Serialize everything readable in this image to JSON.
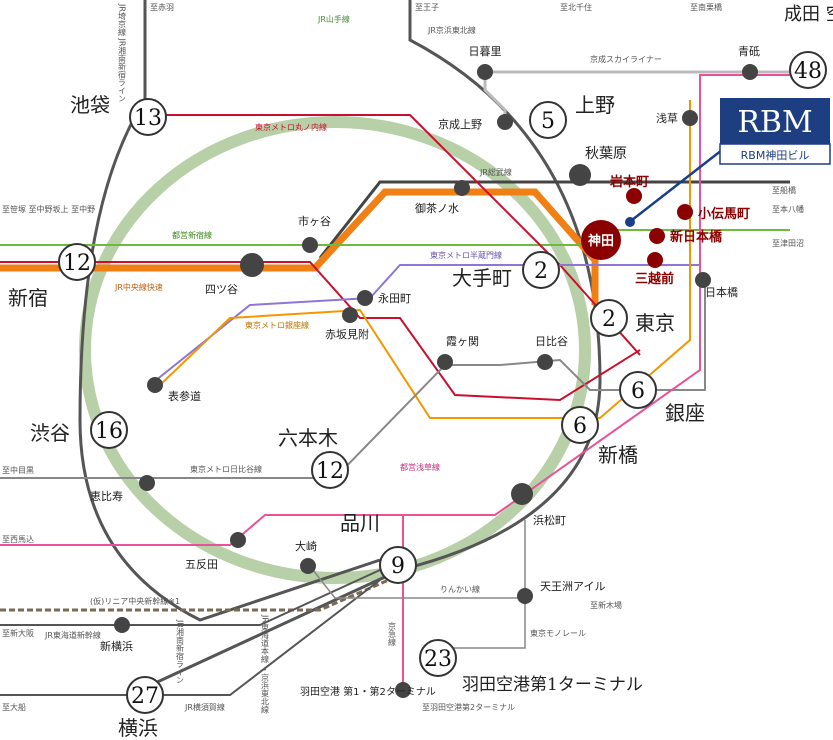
{
  "lines": {
    "yamanote": {
      "label": "JR山手線",
      "color": "#b7d0a8"
    },
    "marunouchi": {
      "label": "東京メトロ丸ノ内線",
      "color": "#c8102e"
    },
    "keihin_tohoku": {
      "label": "JR京浜東北線"
    },
    "saikyo": {
      "label": "JR埼京線 JR湘南新宿ライン"
    },
    "keisei_skyliner": {
      "label": "京成スカイライナー"
    },
    "sobu": {
      "label": "JR総武線"
    },
    "toei_shinjuku": {
      "label": "都営新宿線",
      "color": "#6cbb3c"
    },
    "chuo_rapid": {
      "label": "JR中央線快速",
      "color": "#f07f14"
    },
    "hanzomon": {
      "label": "東京メトロ半蔵門線",
      "color": "#8f76d6"
    },
    "ginza": {
      "label": "東京メトロ銀座線",
      "color": "#f39700"
    },
    "hibiya": {
      "label": "東京メトロ日比谷線"
    },
    "asakusa": {
      "label": "都営浅草線",
      "color": "#e85298"
    },
    "linear": {
      "label": "(仮)リニア中央新幹線※1"
    },
    "tokaido_shinkansen": {
      "label": "JR東海道新幹線"
    },
    "shonan_shinjuku": {
      "label": "JR湘南新宿ライン"
    },
    "tokaido_yokosuka": {
      "label": "JR東海道本線 ・京浜東北線"
    },
    "yokosuka": {
      "label": "JR横須賀線"
    },
    "rinkai": {
      "label": "りんかい線"
    },
    "monorail": {
      "label": "東京モノレール"
    },
    "keikyu": {
      "label": "京急線"
    }
  },
  "hubs": {
    "ikebukuro": {
      "name": "池袋",
      "minutes": "13"
    },
    "shinjuku": {
      "name": "新宿",
      "minutes": "12"
    },
    "shibuya": {
      "name": "渋谷",
      "minutes": "16"
    },
    "roppongi": {
      "name": "六本木",
      "minutes": "12"
    },
    "shinagawa": {
      "name": "品川",
      "minutes": "9"
    },
    "yokohama": {
      "name": "横浜",
      "minutes": "27"
    },
    "haneda1": {
      "name": "羽田空港第1ターミナル",
      "minutes": "23"
    },
    "ueno": {
      "name": "上野",
      "minutes": "5"
    },
    "narita": {
      "name": "成田 空港",
      "minutes": "48"
    },
    "otemachi": {
      "name": "大手町",
      "minutes": "2"
    },
    "tokyo": {
      "name": "東京",
      "minutes": "2"
    },
    "ginza": {
      "name": "銀座",
      "minutes": "6"
    },
    "shinbashi": {
      "name": "新橋",
      "minutes": "6"
    }
  },
  "stations": {
    "nippori": "日暮里",
    "keisei_ueno": "京成上野",
    "akihabara": "秋葉原",
    "asakusa": "浅草",
    "aoto": "青砥",
    "ochanomizu": "御茶ノ水",
    "ichigaya": "市ヶ谷",
    "yotsuya": "四ツ谷",
    "nagatacho": "永田町",
    "akasaka_mitsuke": "赤坂見附",
    "kasumigaseki": "霞ヶ関",
    "hibiya": "日比谷",
    "omotesando": "表参道",
    "ebisu": "恵比寿",
    "gotanda": "五反田",
    "osaki": "大崎",
    "hamamatsucho": "浜松町",
    "tennozu": "天王洲アイル",
    "shin_yokohama": "新横浜",
    "haneda23": "羽田空港 第1・第2ターミナル",
    "nihonbashi": "日本橋"
  },
  "nearby": {
    "iwamotocho": "岩本町",
    "kodenmacho": "小伝馬町",
    "shin_nihonbashi": "新日本橋",
    "mitsukoshimae": "三越前",
    "kanda": "神田"
  },
  "building": {
    "logo": "RBM",
    "name": "RBM神田ビル"
  },
  "directions": {
    "akabane": "至赤羽",
    "oji": "至王子",
    "kitasenju": "至北千住",
    "minamikurihashi": "至南栗橋",
    "funabashi": "至船橋",
    "motoyawata": "至本八幡",
    "tsudanuma": "至津田沼",
    "sasazuka": "至笹塚 至中野坂上 至中野",
    "nakameguro": "至中目黒",
    "nishimagome": "至西馬込",
    "shinosaka": "至新大阪",
    "shinkiba": "至新木場",
    "ofuna": "至大船",
    "haneda2": "至羽田空港第2ターミナル"
  }
}
